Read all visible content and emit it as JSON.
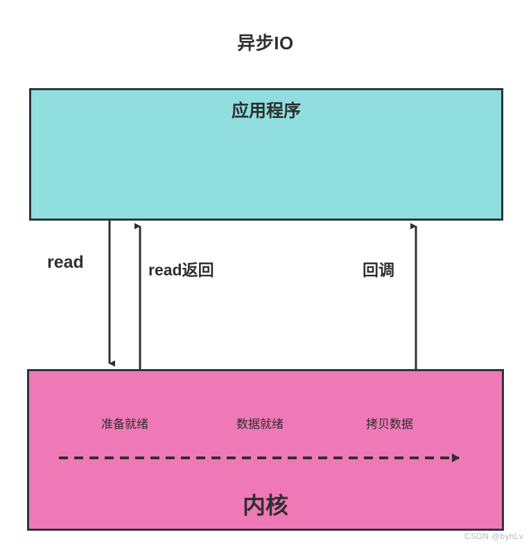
{
  "diagram": {
    "title": "异步IO",
    "boxes": [
      {
        "id": "app",
        "label": "应用程序",
        "color": "#90dede",
        "border_color": "#2b333e"
      },
      {
        "id": "kernel",
        "label": "内核",
        "color": "#ee79b6",
        "border_color": "#2b333e"
      }
    ],
    "arrows": [
      {
        "id": "read",
        "label": "read",
        "direction": "down",
        "from": "app",
        "to": "kernel"
      },
      {
        "id": "read-return",
        "label": "read返回",
        "direction": "up",
        "from": "kernel",
        "to": "app"
      },
      {
        "id": "callback",
        "label": "回调",
        "direction": "up",
        "from": "kernel",
        "to": "app"
      }
    ],
    "timeline": {
      "style": "dashed",
      "direction": "right",
      "stages": [
        {
          "id": "stage-1",
          "label": "准备就绪"
        },
        {
          "id": "stage-2",
          "label": "数据就绪"
        },
        {
          "id": "stage-3",
          "label": "拷贝数据"
        }
      ]
    },
    "watermark": "CSDN @byhLv"
  }
}
